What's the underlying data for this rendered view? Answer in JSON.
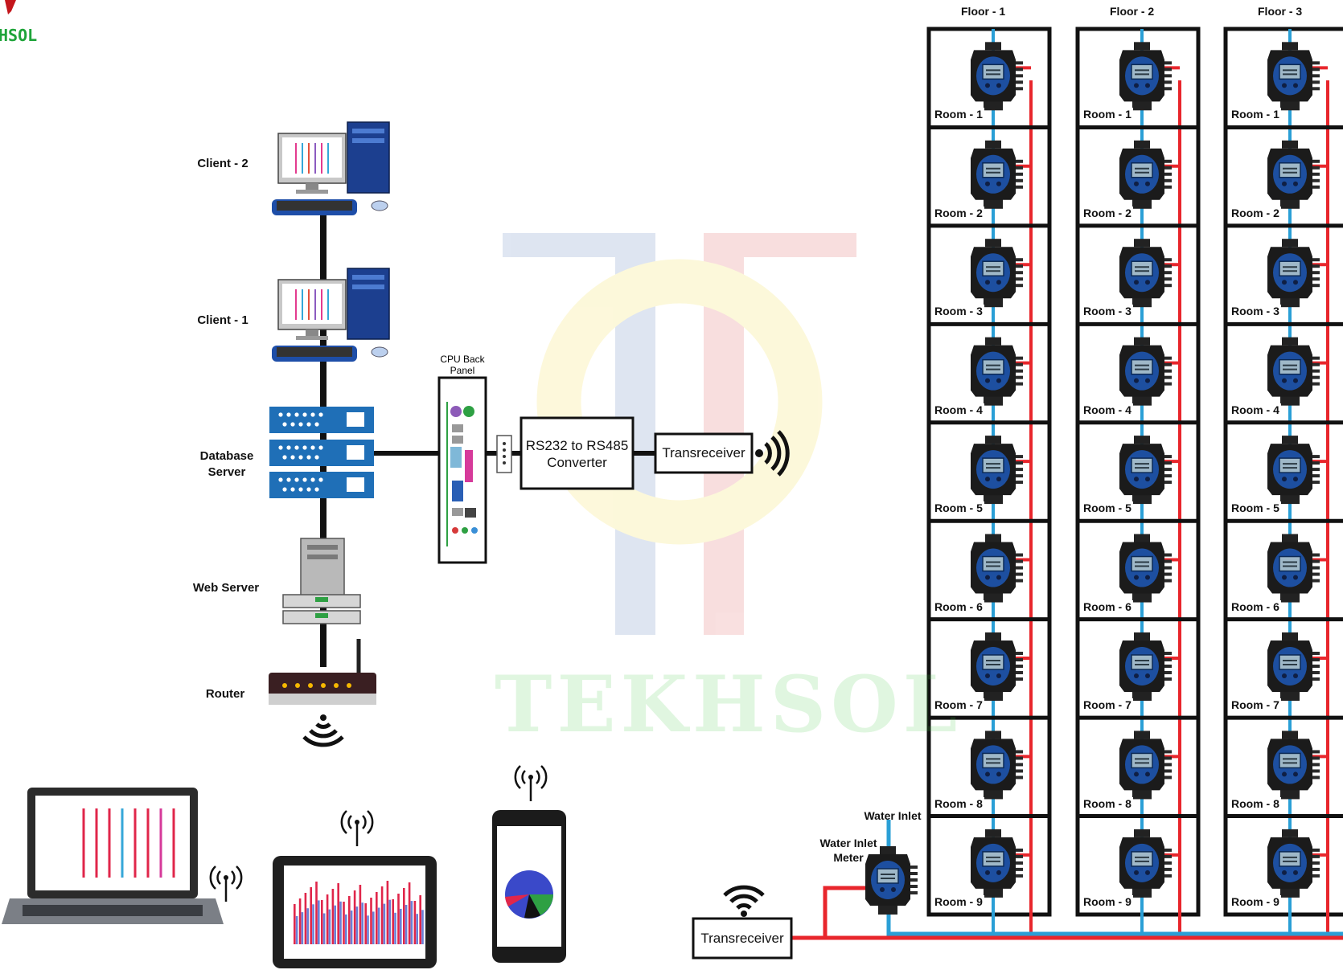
{
  "logo_text": "HSOL",
  "watermark_text": "TEKHSOL",
  "network": {
    "client2": "Client - 2",
    "client1": "Client - 1",
    "database_server": [
      "Database",
      "Server"
    ],
    "web_server": "Web Server",
    "router": "Router",
    "cpu_back_panel": [
      "CPU Back",
      "Panel"
    ],
    "converter": [
      "RS232 to RS485",
      "Converter"
    ],
    "transreceiver": "Transreceiver"
  },
  "building": {
    "floors": [
      "Floor - 1",
      "Floor - 2",
      "Floor - 3"
    ],
    "rooms": [
      "Room - 1",
      "Room - 2",
      "Room - 3",
      "Room - 4",
      "Room - 5",
      "Room - 6",
      "Room - 7",
      "Room - 8",
      "Room - 9"
    ],
    "water_inlet": "Water Inlet",
    "water_inlet_meter": [
      "Water Inlet",
      "Meter"
    ],
    "transreceiver": "Transreceiver"
  },
  "colors": {
    "water_line": "#2a9fd6",
    "signal_line": "#e8262c",
    "logo_green": "#1fa43a",
    "server_blue": "#1f6fb7",
    "meter_blue": "#1d4fa0"
  },
  "icons": [
    "desktop-computer-icon",
    "server-rack-icon",
    "web-server-icon",
    "router-icon",
    "wifi-icon",
    "laptop-icon",
    "tablet-icon",
    "smartphone-icon",
    "flow-meter-icon",
    "antenna-signal-icon"
  ]
}
